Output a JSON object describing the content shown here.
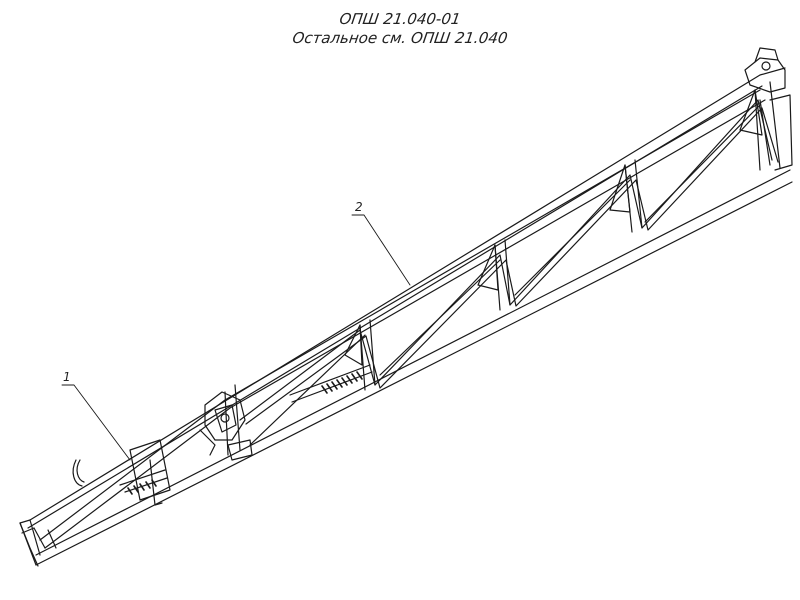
{
  "header": {
    "designation": "ОПШ 21.040-01",
    "note": "Остальное см. ОПШ 21.040"
  },
  "callouts": [
    {
      "id": "1",
      "label": "1"
    },
    {
      "id": "2",
      "label": "2"
    }
  ],
  "colors": {
    "line": "#1a1a1a",
    "background": "#ffffff"
  }
}
